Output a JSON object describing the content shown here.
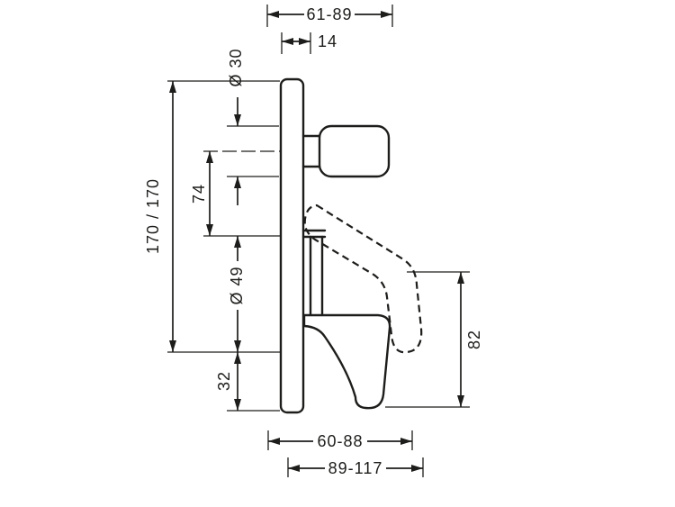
{
  "dimensions": {
    "top_offset_range": "61-89",
    "spacer": "14",
    "handle_diameter": "Ø 30",
    "plate_height": "170 / 170",
    "handle_axis_distance": "74",
    "sleeve_diameter": "Ø 49",
    "lower_offset": "32",
    "lever_drop": "82",
    "depth_range_front": "60-88",
    "depth_range_total": "89-117"
  },
  "colors": {
    "line": "#1d1d1b",
    "background": "#ffffff"
  }
}
